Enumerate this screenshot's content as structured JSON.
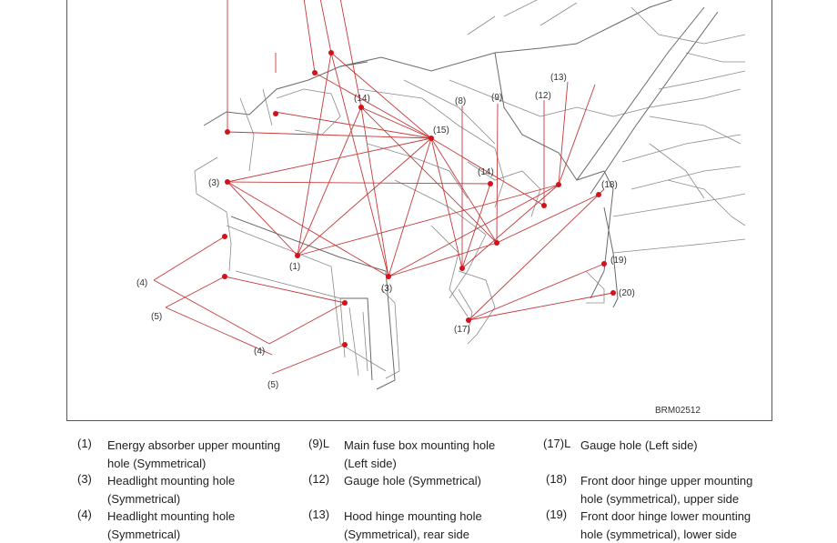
{
  "diagram": {
    "code": "BRM02512",
    "callouts": [
      {
        "id": "c14a",
        "text": "(14)"
      },
      {
        "id": "c15",
        "text": "(15)"
      },
      {
        "id": "c8",
        "text": "(8)"
      },
      {
        "id": "c9",
        "text": "(9)"
      },
      {
        "id": "c12",
        "text": "(12)"
      },
      {
        "id": "c13",
        "text": "(13)"
      },
      {
        "id": "c3a",
        "text": "(3)"
      },
      {
        "id": "c14b",
        "text": "(14)"
      },
      {
        "id": "c18",
        "text": "(18)"
      },
      {
        "id": "c1",
        "text": "(1)"
      },
      {
        "id": "c3b",
        "text": "(3)"
      },
      {
        "id": "c4a",
        "text": "(4)"
      },
      {
        "id": "c5a",
        "text": "(5)"
      },
      {
        "id": "c19",
        "text": "(19)"
      },
      {
        "id": "c20",
        "text": "(20)"
      },
      {
        "id": "c17",
        "text": "(17)"
      },
      {
        "id": "c4b",
        "text": "(4)"
      },
      {
        "id": "c5b",
        "text": "(5)"
      }
    ]
  },
  "legend": {
    "columns": [
      [
        {
          "num": "(1)",
          "lines": [
            "Energy absorber upper mounting",
            "hole (Symmetrical)"
          ]
        },
        {
          "num": "(3)",
          "lines": [
            "Headlight mounting hole",
            "(Symmetrical)"
          ]
        },
        {
          "num": "(4)",
          "lines": [
            "Headlight mounting hole",
            "(Symmetrical)"
          ]
        }
      ],
      [
        {
          "num": "(9)L",
          "lines": [
            "Main fuse box mounting hole",
            "(Left side)"
          ]
        },
        {
          "num": "(12)",
          "lines": [
            "Gauge hole (Symmetrical)"
          ]
        },
        {
          "num": "(13)",
          "lines": [
            "Hood hinge mounting hole",
            "(Symmetrical), rear side"
          ]
        }
      ],
      [
        {
          "num": "(17)L",
          "lines": [
            "Gauge hole (Left side)"
          ]
        },
        {
          "num": "(18)",
          "lines": [
            "Front door hinge upper mounting",
            "hole (symmetrical), upper side"
          ]
        },
        {
          "num": "(19)",
          "lines": [
            "Front door hinge lower mounting",
            "hole (symmetrical), lower side"
          ]
        }
      ]
    ]
  }
}
